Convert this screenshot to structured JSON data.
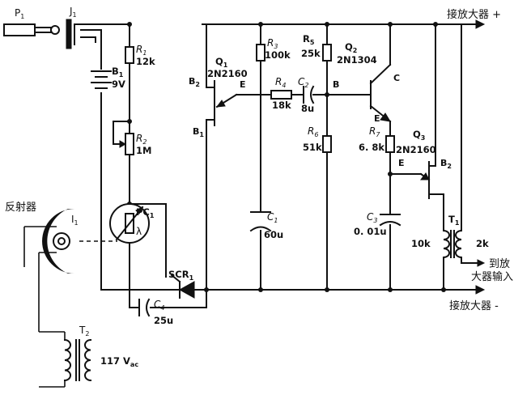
{
  "components": {
    "P1": {
      "ref": "P",
      "sub": "1"
    },
    "J1": {
      "ref": "J",
      "sub": "1"
    },
    "B1": {
      "ref": "B",
      "sub": "1",
      "value": "9V"
    },
    "R1": {
      "ref": "R",
      "sub": "1",
      "value": "12k"
    },
    "R2": {
      "ref": "R",
      "sub": "2",
      "value": "1M"
    },
    "PC1": {
      "ref": "PC",
      "sub": "1"
    },
    "lamp_symbol": "λ",
    "SCR1": {
      "ref": "SCR",
      "sub": "1"
    },
    "C4": {
      "ref": "C",
      "sub": "4",
      "value": "25u"
    },
    "Q1": {
      "ref": "Q",
      "sub": "1",
      "part": "2N2160",
      "pin_b2": "B",
      "pin_b2_sub": "2",
      "pin_e": "E",
      "pin_b1": "B",
      "pin_b1_sub": "1"
    },
    "R3": {
      "ref": "R",
      "sub": "3",
      "value": "100k"
    },
    "R4": {
      "ref": "R",
      "sub": "4",
      "value": "18k"
    },
    "C1": {
      "ref": "C",
      "sub": "1",
      "value": "60u"
    },
    "C2": {
      "ref": "C",
      "sub": "2",
      "value": "8u"
    },
    "R5": {
      "ref": "R",
      "sub": "5",
      "value": "25k"
    },
    "R6": {
      "ref": "R",
      "sub": "6",
      "value": "51k"
    },
    "Q2": {
      "ref": "Q",
      "sub": "2",
      "part": "2N1304",
      "pin_b": "B",
      "pin_c": "C",
      "pin_e": "E"
    },
    "R7": {
      "ref": "R",
      "sub": "7",
      "value": "6. 8k"
    },
    "C3": {
      "ref": "C",
      "sub": "3",
      "value": "0. 01u"
    },
    "Q3": {
      "ref": "Q",
      "sub": "3",
      "part": "2N2160",
      "pin_e": "E",
      "pin_b2": "B",
      "pin_b2_sub": "2"
    },
    "T1": {
      "ref": "T",
      "sub": "1",
      "primary": "10k",
      "secondary": "2k"
    },
    "I1": {
      "ref": "I",
      "sub": "1"
    },
    "T2": {
      "ref": "T",
      "sub": "2",
      "value": "117 V",
      "value_sub": "ac"
    }
  },
  "labels": {
    "reflector": "反射器",
    "amp_plus": "接放大器 +",
    "amp_minus": "接放大器 -",
    "to_amp_line1": "到放",
    "to_amp_line2": "大器输入"
  }
}
